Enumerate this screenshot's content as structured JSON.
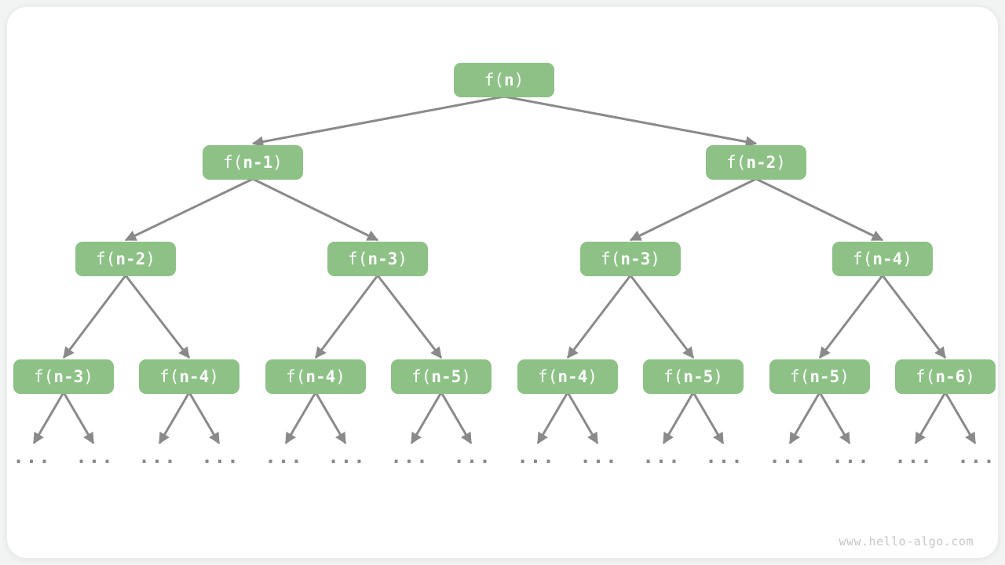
{
  "figure": {
    "watermark": "www.hello-algo.com"
  },
  "colors": {
    "page_bg": "#f2f3f3",
    "card_bg": "#ffffff",
    "node_fill": "#8dc186",
    "node_text": "#ffffff",
    "arrow": "#8a8a8a",
    "leaf_dots": "#8a8a8a",
    "watermark": "#c6c6c6"
  },
  "tree": {
    "leaf_symbol": "...",
    "leaf_count": 16,
    "levels": [
      {
        "nodes": [
          {
            "pre": "f(",
            "arg": "n",
            "post": ")"
          }
        ]
      },
      {
        "nodes": [
          {
            "pre": "f(",
            "arg": "n-1",
            "post": ")"
          },
          {
            "pre": "f(",
            "arg": "n-2",
            "post": ")"
          }
        ]
      },
      {
        "nodes": [
          {
            "pre": "f(",
            "arg": "n-2",
            "post": ")"
          },
          {
            "pre": "f(",
            "arg": "n-3",
            "post": ")"
          },
          {
            "pre": "f(",
            "arg": "n-3",
            "post": ")"
          },
          {
            "pre": "f(",
            "arg": "n-4",
            "post": ")"
          }
        ]
      },
      {
        "nodes": [
          {
            "pre": "f(",
            "arg": "n-3",
            "post": ")"
          },
          {
            "pre": "f(",
            "arg": "n-4",
            "post": ")"
          },
          {
            "pre": "f(",
            "arg": "n-4",
            "post": ")"
          },
          {
            "pre": "f(",
            "arg": "n-5",
            "post": ")"
          },
          {
            "pre": "f(",
            "arg": "n-4",
            "post": ")"
          },
          {
            "pre": "f(",
            "arg": "n-5",
            "post": ")"
          },
          {
            "pre": "f(",
            "arg": "n-5",
            "post": ")"
          },
          {
            "pre": "f(",
            "arg": "n-6",
            "post": ")"
          }
        ]
      }
    ]
  }
}
